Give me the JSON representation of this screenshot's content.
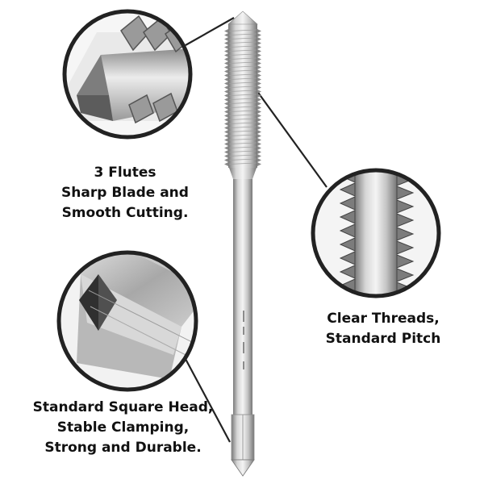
{
  "callouts": {
    "flutes": {
      "lines": [
        "3 Flutes",
        "Sharp Blade and",
        "Smooth Cutting."
      ]
    },
    "threads": {
      "lines": [
        "Clear Threads,",
        "Standard Pitch"
      ]
    },
    "head": {
      "lines": [
        "Standard Square Head,",
        "Stable Clamping,",
        "Strong and Durable."
      ]
    }
  },
  "colors": {
    "steel_light": "#e6e6e6",
    "steel_mid": "#b4b4b4",
    "steel_dark": "#6e6e6e",
    "ring": "#222222",
    "text": "#111111"
  }
}
